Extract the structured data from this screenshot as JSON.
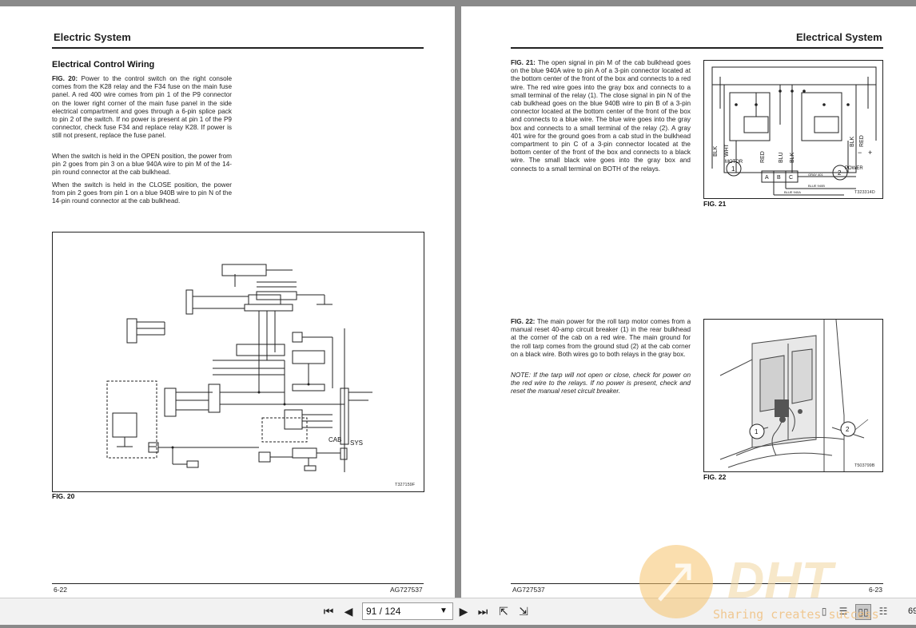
{
  "left_page": {
    "header": "Electric System",
    "section_title": "Electrical Control Wiring",
    "fig20_label": "FIG. 20:",
    "fig20_text": "Power to the control switch on the right console comes from the K28 relay and the F34 fuse on the main fuse panel. A red 400 wire comes from pin 1 of the P9 connector on the lower right corner of the main fuse panel in the side electrical compartment and goes through a 6-pin splice pack to pin 2 of the switch. If no power is present at pin 1 of the P9 connector, check fuse F34 and replace relay K28. If power is still not present, replace the fuse panel.",
    "para_open": "When the switch is held in the OPEN position, the power from pin 2 goes from pin 3 on a blue 940A wire to pin M of the 14-pin round connector at the cab bulkhead.",
    "para_close": "When the switch is held in the CLOSE position, the power from pin 2 goes from pin 1 on a blue 940B wire to pin N of the 14-pin round connector at the cab bulkhead.",
    "diagram_code": "T327159F",
    "diagram_labels": {
      "cab": "CAB",
      "sys": "SYS"
    },
    "fig_caption": "FIG. 20",
    "footer_left": "6-22",
    "footer_right": "AG727537"
  },
  "right_page": {
    "header": "Electrical System",
    "fig21_label": "FIG. 21:",
    "fig21_text": "The open signal in pin M of the cab bulkhead goes on the blue 940A wire to pin A of a 3-pin connector located at the bottom center of the front of the box and connects to a red wire. The red wire goes into the gray box and connects to a small terminal of the relay (1). The close signal in pin N of the cab bulkhead goes on the blue 940B wire to pin B of a 3-pin connector located at the bottom center of the front of the box and connects to a blue wire. The blue wire goes into the gray box and connects to a small terminal of the relay (2). A gray 401 wire for the ground goes from a cab stud in the bulkhead compartment to pin C of a 3-pin connector located at the bottom center of the front of the box and connects to a black wire. The small black wire goes into the gray box and connects to a small terminal on BOTH of the relays.",
    "fig21_diagram": {
      "labels": [
        "BLK",
        "WHT",
        "RED",
        "BLU",
        "BLK",
        "BLK",
        "RED"
      ],
      "motor": "MOTOR",
      "power": "POWER",
      "pins": [
        "A",
        "B",
        "C"
      ],
      "wires": [
        "GRAY 401",
        "BLUE 940B",
        "BLUE 940A"
      ],
      "code": "T323314D",
      "callouts": [
        "1",
        "2"
      ],
      "plus": "+",
      "minus": "−"
    },
    "fig21_caption": "FIG. 21",
    "fig22_label": "FIG. 22:",
    "fig22_text": "The main power for the roll tarp motor comes from a manual reset 40-amp circuit breaker (1) in the rear bulkhead at the corner of the cab on a red wire. The main ground for the roll tarp comes from the ground stud (2) at the cab corner on a black wire. Both wires go to both relays in the gray box.",
    "note_label": "NOTE:",
    "note_text": "If the tarp will not open or close, check for power on the red wire to the relays. If no power is present, check and reset the manual reset circuit breaker.",
    "fig22_code": "T503799B",
    "fig22_callouts": [
      "1",
      "2"
    ],
    "fig22_caption": "FIG. 22",
    "footer_left": "AG727537",
    "footer_right": "6-23"
  },
  "toolbar": {
    "page_value": "91 / 124",
    "zoom": "69",
    "icons": [
      "first-page-icon",
      "prev-page-icon",
      "dropdown-icon",
      "next-page-icon",
      "last-page-icon",
      "goto-icon",
      "back-icon",
      "single-page-view-icon",
      "continuous-view-icon",
      "two-page-view-icon",
      "continuous-two-page-view-icon"
    ]
  },
  "watermark": {
    "brand": "DHT",
    "tagline": "Sharing creates success"
  }
}
